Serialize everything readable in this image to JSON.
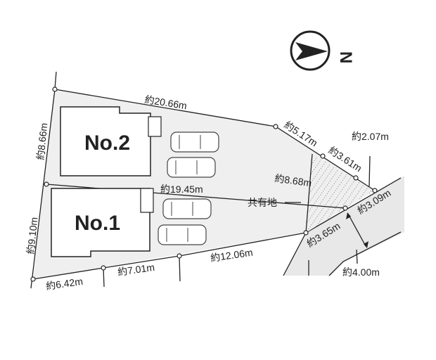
{
  "compass": {
    "north_label": "N",
    "icon": "north-arrow-icon"
  },
  "lots": [
    {
      "label": "No.2"
    },
    {
      "label": "No.1"
    }
  ],
  "shared_area_label": "共有地",
  "dimensions": {
    "top": "約20.66m",
    "left_upper": "約8.66m",
    "left_lower": "約9.10m",
    "middle": "約19.45m",
    "right_upper": "約5.17m",
    "shared_top": "約3.61m",
    "corner": "約2.07m",
    "shared_middle": "約8.68m",
    "shared_right": "約3.09m",
    "shared_bottom": "約3.65m",
    "road_width": "約4.00m",
    "bottom_1": "約6.42m",
    "bottom_2": "約7.01m",
    "bottom_3": "約12.06m"
  },
  "colors": {
    "lot_fill": "#efefef",
    "road_fill": "#e8e8e8",
    "line": "#222222"
  }
}
